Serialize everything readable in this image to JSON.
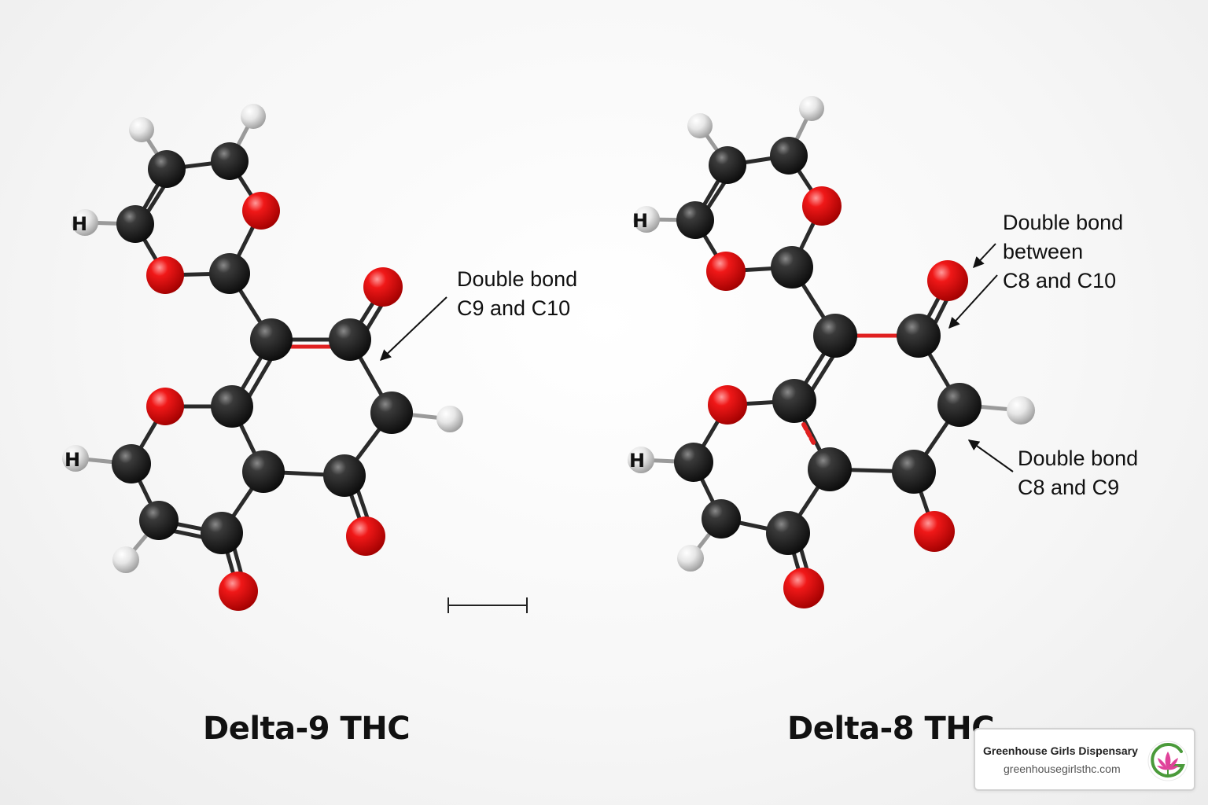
{
  "molecules": [
    {
      "title": "Delta-9 THC",
      "annotations": [
        {
          "lines": [
            "Double bond",
            "C9 and C10"
          ]
        }
      ]
    },
    {
      "title": "Delta-8 THC",
      "annotations": [
        {
          "lines": [
            "Double bond",
            "between",
            "C8 and C10"
          ]
        },
        {
          "lines": [
            "Double bond",
            "C8 and C9"
          ]
        }
      ]
    }
  ],
  "atom_labels": {
    "hydrogen": "H"
  },
  "brand": {
    "name": "Greenhouse Girls Dispensary",
    "url": "greenhousegirlsthc.com",
    "logo_icon": "cannabis-leaf-g-logo"
  },
  "colors": {
    "carbon": "#1c1c1c",
    "oxygen": "#e01010",
    "hydrogen": "#e8e8e8",
    "double_bond_accent": "#e02020",
    "brand_green": "#4a9a3a",
    "brand_pink": "#e0429a"
  }
}
